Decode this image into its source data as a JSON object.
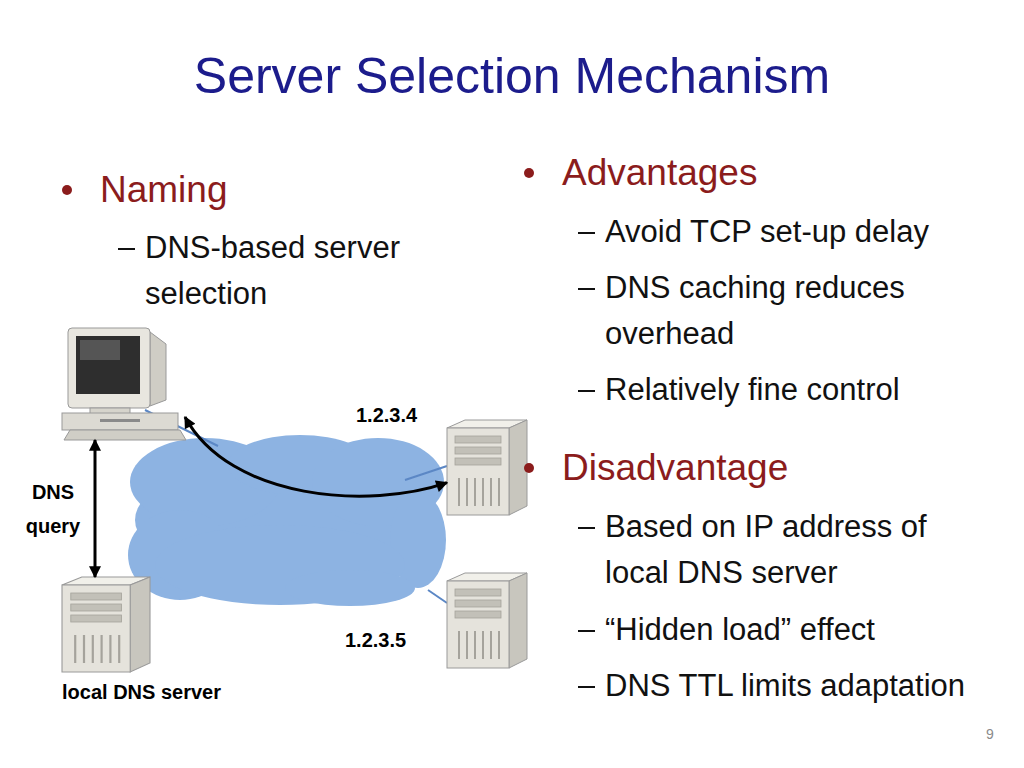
{
  "diagram": {
    "title": "Server Selection Mechanism",
    "nodes": [
      {
        "text": []
      },
      {
        "text": [
          "1.2.3.4"
        ]
      },
      {
        "text": [
          "1.2.3.5"
        ]
      },
      {
        "text": [
          "local DNS server"
        ]
      }
    ],
    "edges": [
      {
        "from": 0,
        "to": 1,
        "arrow": "both"
      },
      {
        "from": 0,
        "to": 3,
        "label": "DNS query",
        "arrow": "both"
      }
    ],
    "labels": [
      "Naming",
      "DNS-based server selection",
      "Advantages",
      "Avoid TCP set-up delay",
      "DNS caching reduces overhead",
      "Relatively fine control",
      "Disadvantage",
      "Based on IP address of local DNS server",
      "“Hidden load” effect",
      "DNS TTL limits adaptation",
      "9"
    ]
  }
}
